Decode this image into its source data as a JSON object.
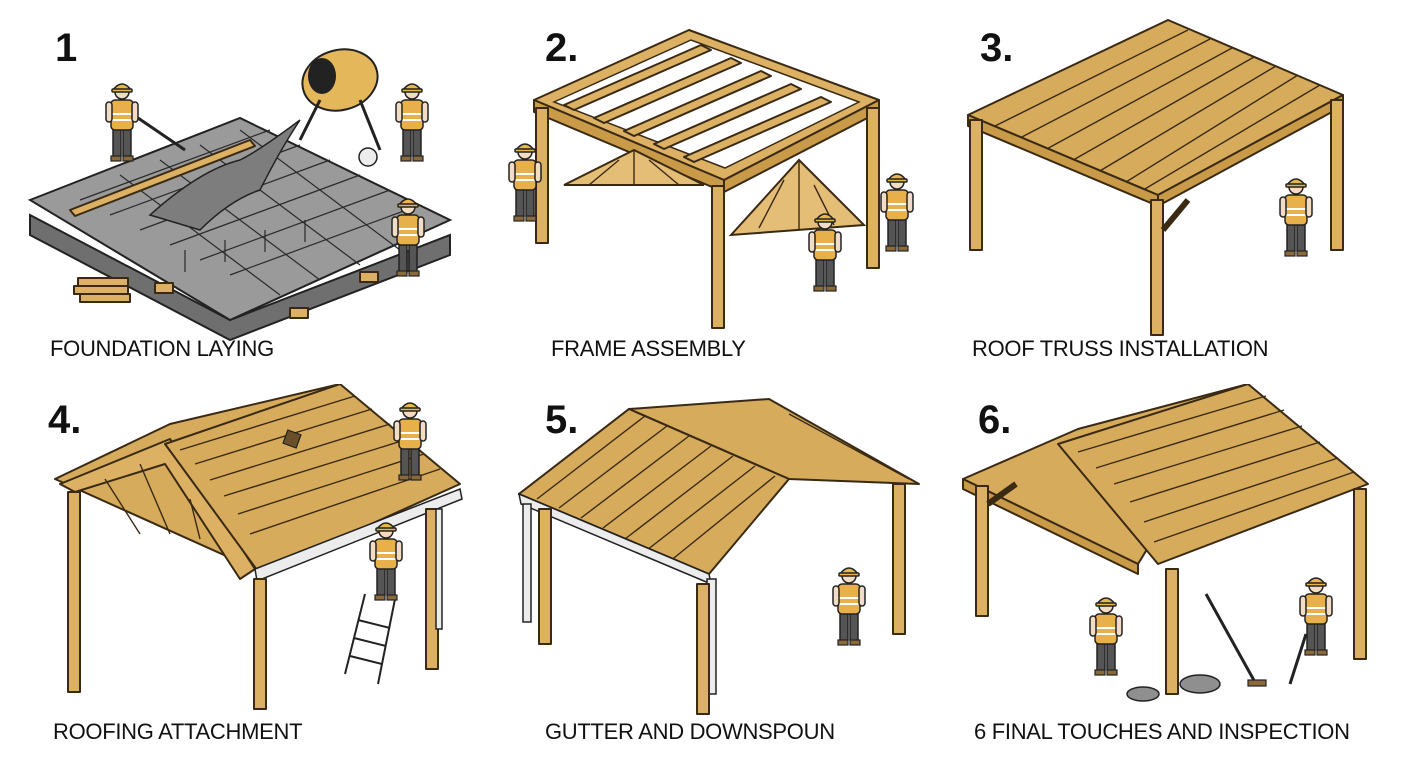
{
  "steps": [
    {
      "number": "1",
      "caption": "FOUNDATION LAYING"
    },
    {
      "number": "2.",
      "caption": "FRAME ASSEMBLY"
    },
    {
      "number": "3.",
      "caption": "ROOF TRUSS INSTALLATION"
    },
    {
      "number": "4.",
      "caption": "ROOFING ATTACHMENT"
    },
    {
      "number": "5.",
      "caption": "GUTTER AND DOWNSPOUN"
    },
    {
      "number": "6.",
      "caption": "6 FINAL TOUCHES AND INSPECTION"
    }
  ],
  "colors": {
    "wood": "#dcb164",
    "roof": "#d6ab5c",
    "concrete": "#9a9a9a",
    "vest": "#e7b04a",
    "outline": "#3a2a14"
  }
}
